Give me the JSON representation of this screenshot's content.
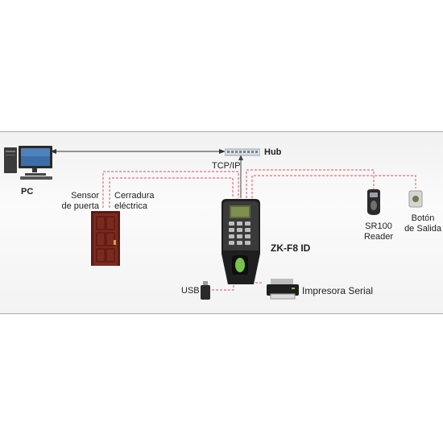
{
  "labels": {
    "pc": "PC",
    "hub": "Hub",
    "tcp_ip": "TCP/IP",
    "sensor_line1": "Sensor",
    "sensor_line2": "de puerta",
    "lock_line1": "Cerradura",
    "lock_line2": "eléctrica",
    "device": "ZK-F8 ID",
    "reader_line1": "SR100",
    "reader_line2": "Reader",
    "exit_line1": "Botón",
    "exit_line2": "de Salida",
    "usb": "USB",
    "printer": "Impresora Serial"
  },
  "colors": {
    "dashed_link": "#e05060",
    "network_link": "#333333",
    "background_band": "#f3f3f3"
  },
  "icons": [
    "pc-icon",
    "hub-icon",
    "door-icon",
    "fingerprint-terminal-icon",
    "reader-icon",
    "exit-button-icon",
    "usb-drive-icon",
    "printer-icon"
  ]
}
